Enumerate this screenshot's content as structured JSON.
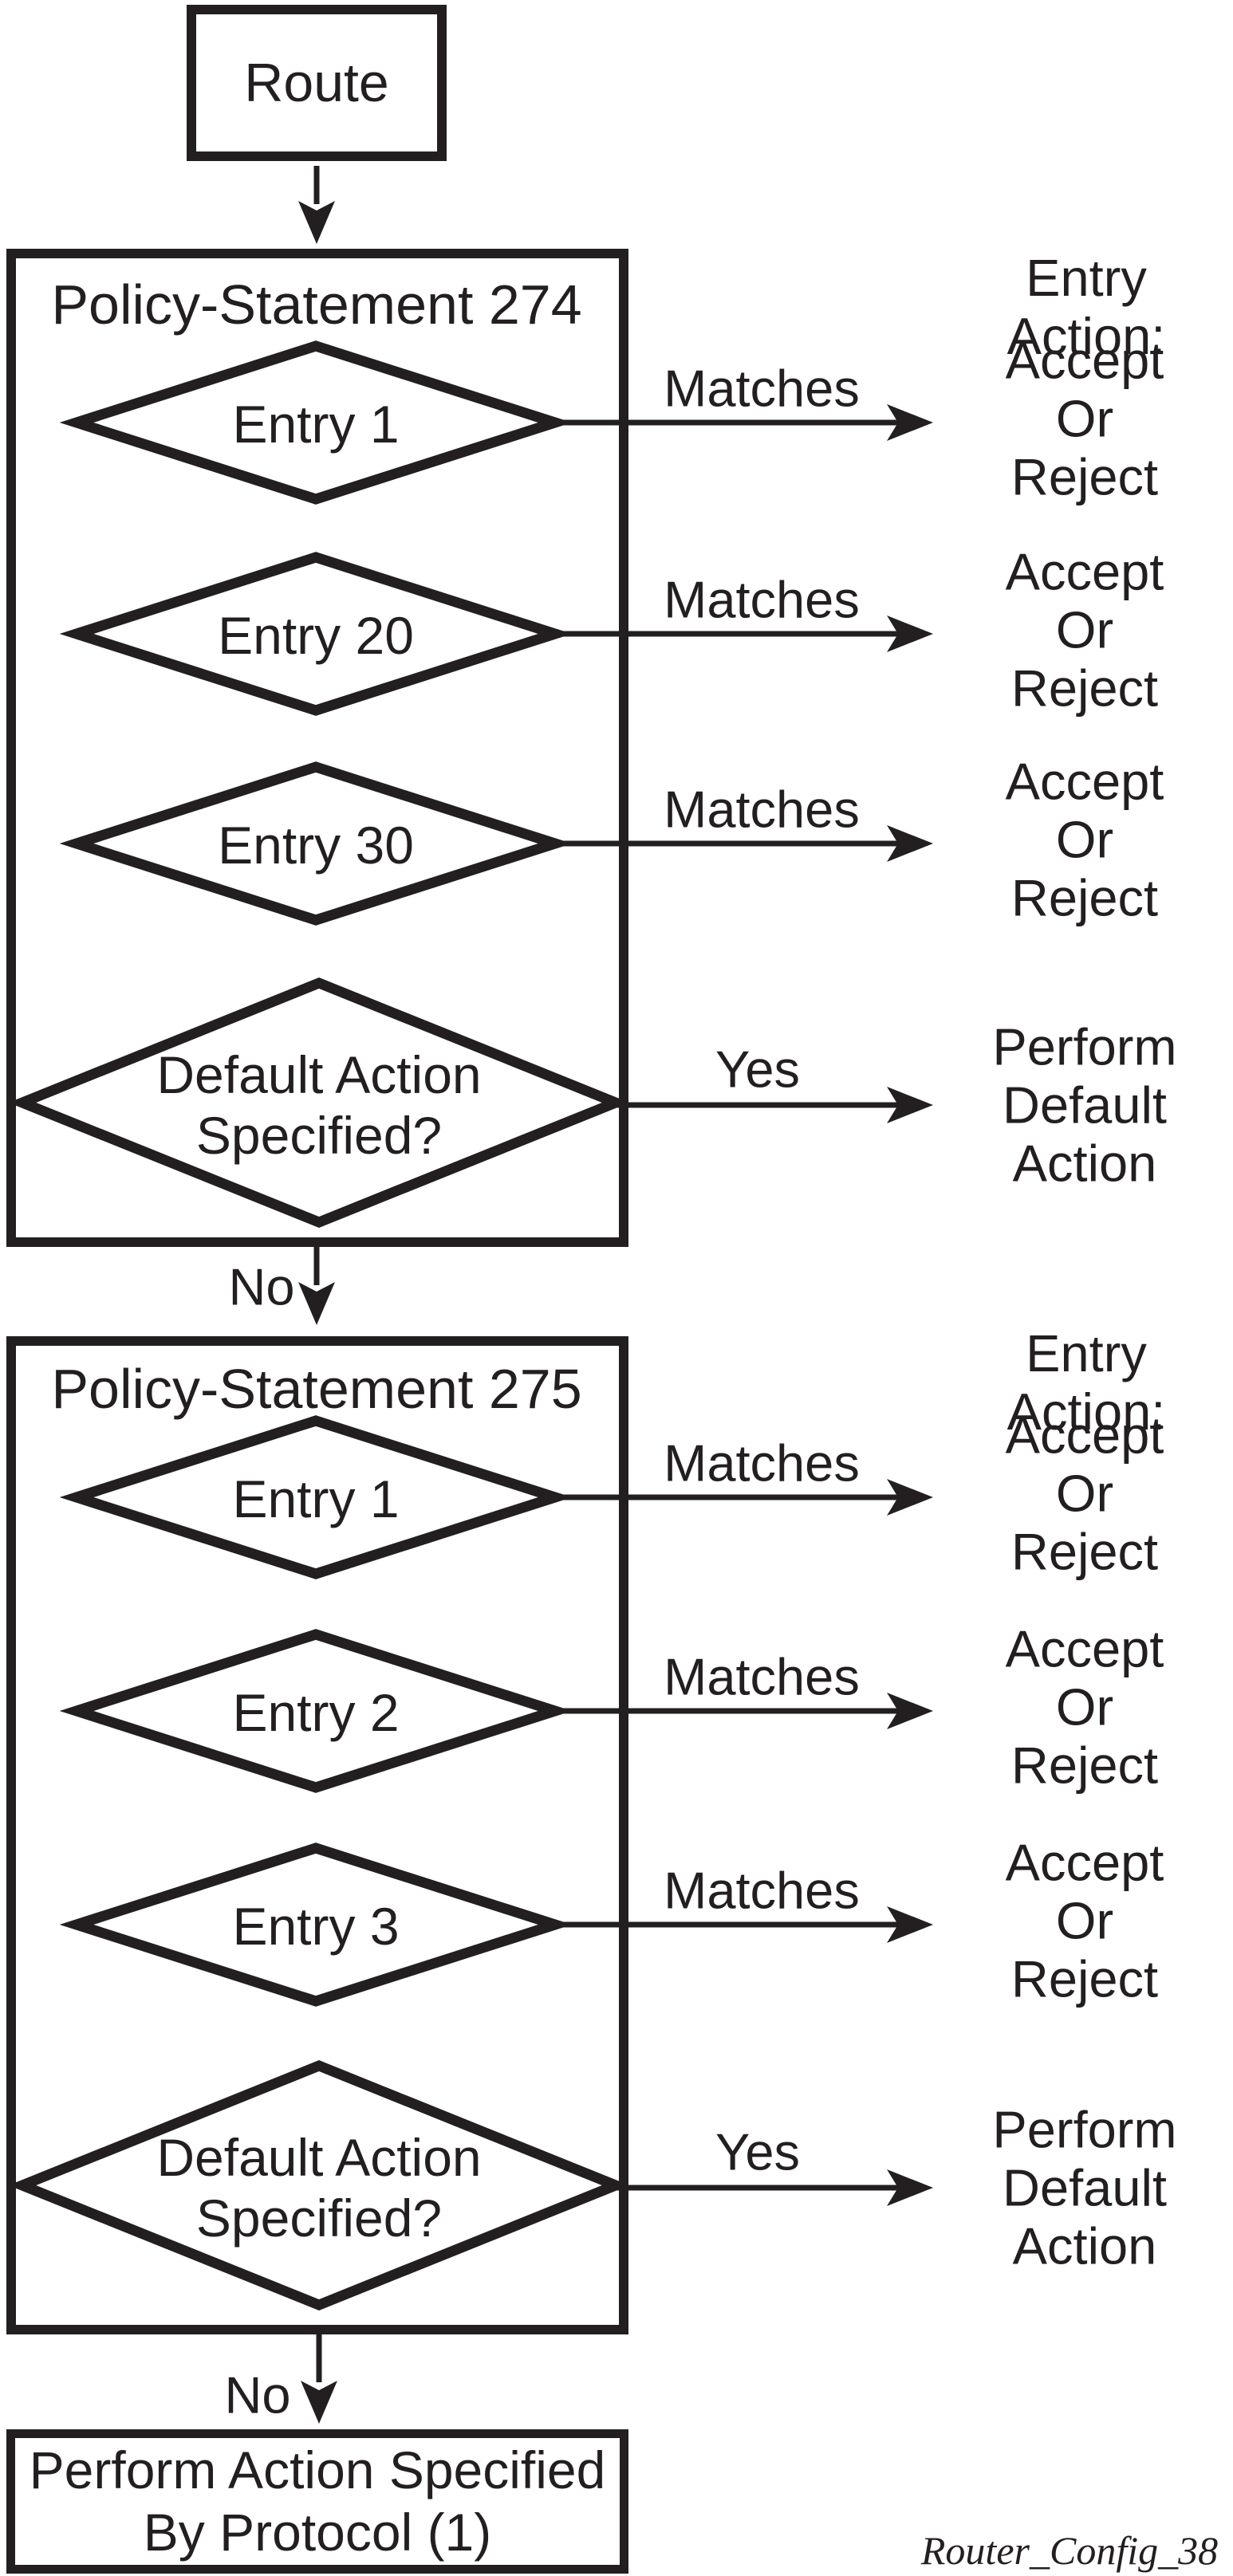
{
  "page": {
    "background": "#ffffff",
    "ink": "#231f20"
  },
  "start": {
    "label": "Route"
  },
  "sections": [
    {
      "title": "Policy-Statement 274",
      "column_header": "Entry Action:",
      "entries": [
        {
          "condition": "Entry 1",
          "arrow_label": "Matches",
          "action": "Accept\nOr Reject"
        },
        {
          "condition": "Entry 20",
          "arrow_label": "Matches",
          "action": "Accept\nOr Reject"
        },
        {
          "condition": "Entry 30",
          "arrow_label": "Matches",
          "action": "Accept\nOr Reject"
        }
      ],
      "default_check": {
        "condition": "Default Action\nSpecified?",
        "arrow_label": "Yes",
        "action": "Perform\nDefault\nAction"
      },
      "exit_label": "No"
    },
    {
      "title": "Policy-Statement 275",
      "column_header": "Entry Action:",
      "entries": [
        {
          "condition": "Entry 1",
          "arrow_label": "Matches",
          "action": "Accept\nOr Reject"
        },
        {
          "condition": "Entry 2",
          "arrow_label": "Matches",
          "action": "Accept\nOr Reject"
        },
        {
          "condition": "Entry 3",
          "arrow_label": "Matches",
          "action": "Accept\nOr Reject"
        }
      ],
      "default_check": {
        "condition": "Default Action\nSpecified?",
        "arrow_label": "Yes",
        "action": "Perform\nDefault\nAction"
      },
      "exit_label": "No"
    }
  ],
  "terminal": {
    "label": "Perform Action Specified\nBy Protocol (1)"
  },
  "figure_id": "Router_Config_38"
}
